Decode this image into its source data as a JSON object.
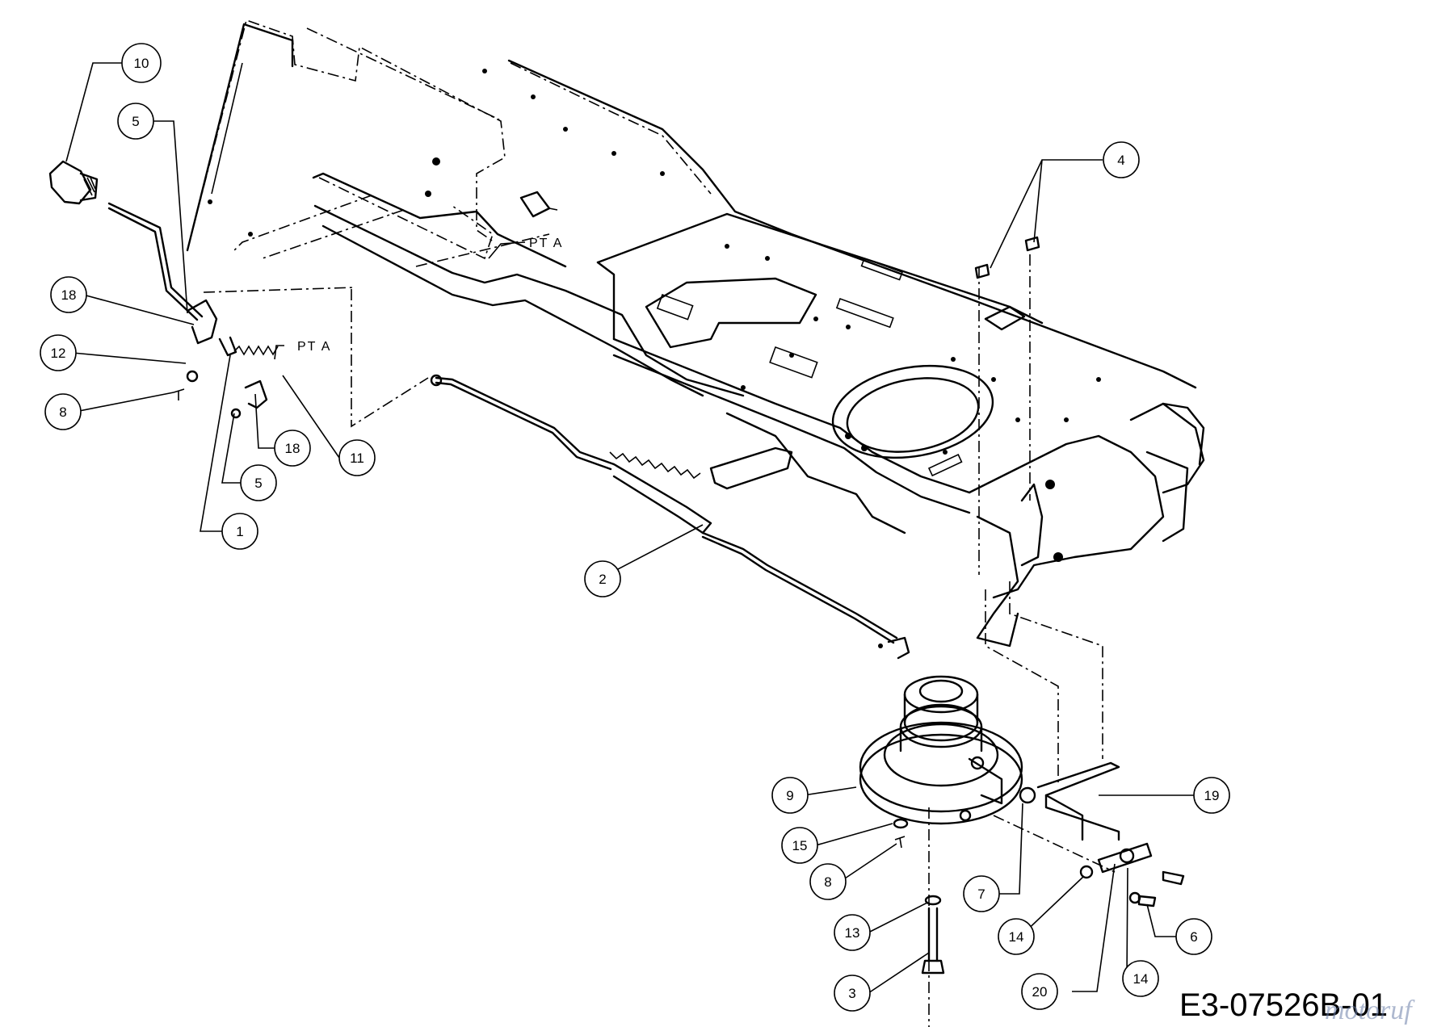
{
  "drawing": {
    "reference_code": "E3-07526B-01",
    "watermark": "motoruf",
    "point_labels": [
      "PT A",
      "PT A"
    ]
  },
  "callouts": [
    {
      "id": "10"
    },
    {
      "id": "5"
    },
    {
      "id": "18"
    },
    {
      "id": "12"
    },
    {
      "id": "8"
    },
    {
      "id": "18"
    },
    {
      "id": "5"
    },
    {
      "id": "1"
    },
    {
      "id": "11"
    },
    {
      "id": "2"
    },
    {
      "id": "4"
    },
    {
      "id": "9"
    },
    {
      "id": "15"
    },
    {
      "id": "8"
    },
    {
      "id": "13"
    },
    {
      "id": "3"
    },
    {
      "id": "7"
    },
    {
      "id": "19"
    },
    {
      "id": "14"
    },
    {
      "id": "6"
    },
    {
      "id": "20"
    },
    {
      "id": "14"
    }
  ]
}
